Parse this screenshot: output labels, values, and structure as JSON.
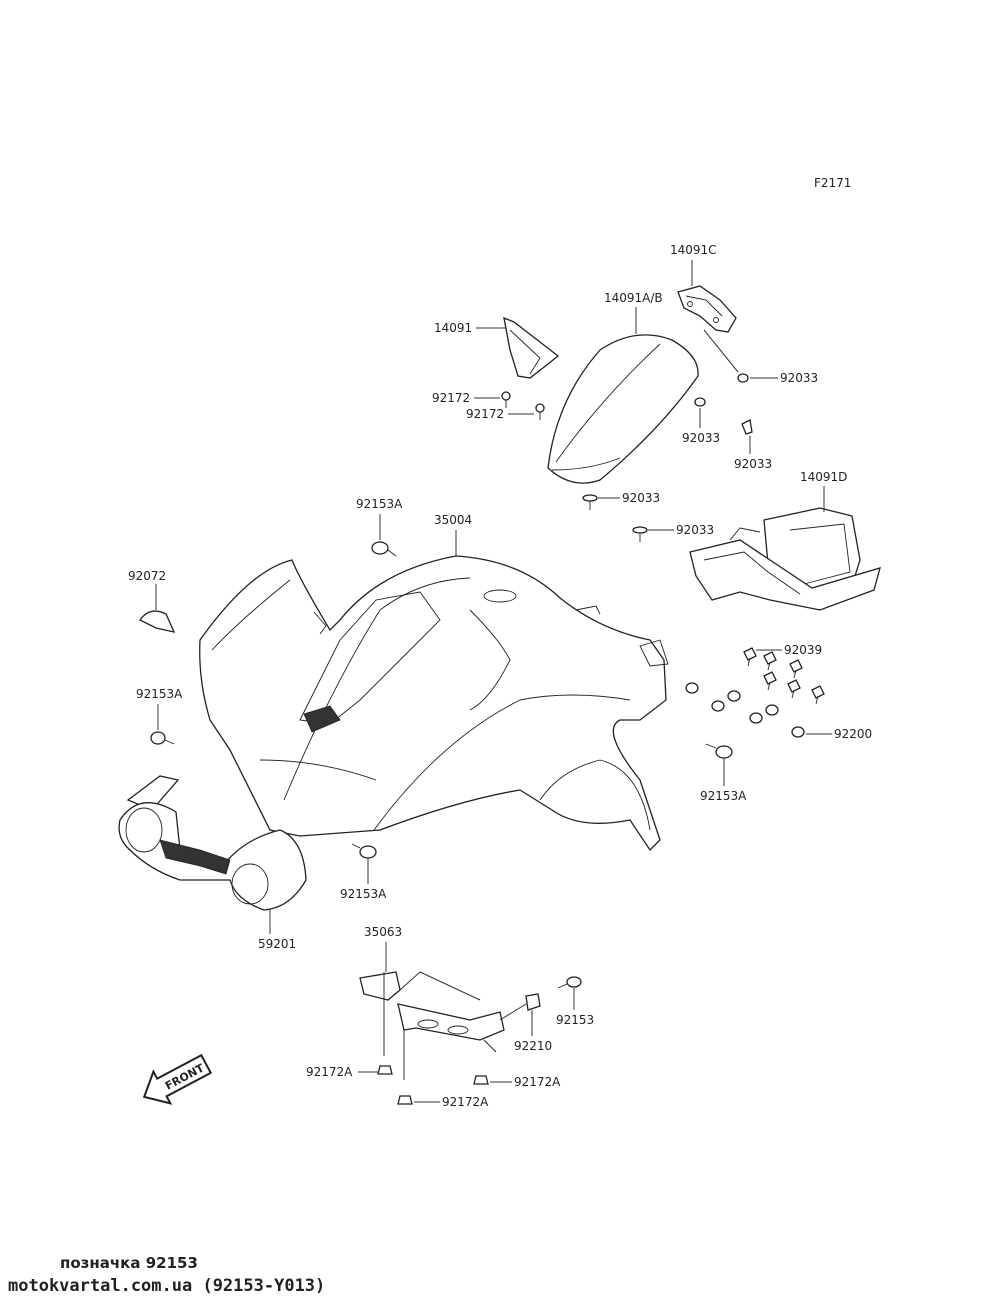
{
  "figure_code": "F2171",
  "labels": {
    "p14091C": "14091C",
    "p14091AB": "14091A/B",
    "p14091": "14091",
    "p92033_a": "92033",
    "p92172_a": "92172",
    "p92172_b": "92172",
    "p92033_b": "92033",
    "p92033_c": "92033",
    "p14091D": "14091D",
    "p92033_d": "92033",
    "p92153A_a": "92153A",
    "p35004": "35004",
    "p92033_e": "92033",
    "p92072": "92072",
    "p92039": "92039",
    "p92153A_b": "92153A",
    "p92200": "92200",
    "p92153A_c": "92153A",
    "p92153A_d": "92153A",
    "p59201": "59201",
    "p35063": "35063",
    "p92153": "92153",
    "p92210": "92210",
    "p92172A_a": "92172A",
    "p92172A_b": "92172A",
    "p92172A_c": "92172A"
  },
  "front_arrow": "FRONT",
  "footer": {
    "title": "позначка 92153",
    "url": "motokvartal.com.ua (92153-Y013)"
  }
}
